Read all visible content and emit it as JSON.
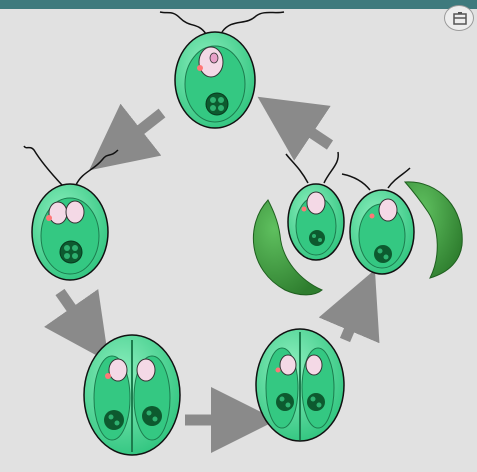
{
  "diagram": {
    "background": "#e1e1e1",
    "header_bar_color": "#3e7a7d",
    "cell_fill": "#3fcf8e",
    "cell_fill_light": "#8ff0c0",
    "cell_outline": "#1a1a1a",
    "nucleus_fill": "#f4d9e6",
    "eyespot_color": "#ff7777",
    "pyrenoid_color": "#0d5a2f",
    "wall_fragment_color": "#2e8b2e",
    "arrow_color": "#8a8a8a",
    "stages": [
      {
        "id": "mature-flagellate",
        "icon": "single-cell-flagella"
      },
      {
        "id": "cell-growing",
        "icon": "single-cell-two-nuclei"
      },
      {
        "id": "first-division",
        "icon": "two-cell-division"
      },
      {
        "id": "second-division",
        "icon": "four-compartment-division"
      },
      {
        "id": "daughter-release",
        "icon": "daughters-release-wall-fragments"
      }
    ],
    "toolbar_icon": "window-toggle-icon"
  }
}
